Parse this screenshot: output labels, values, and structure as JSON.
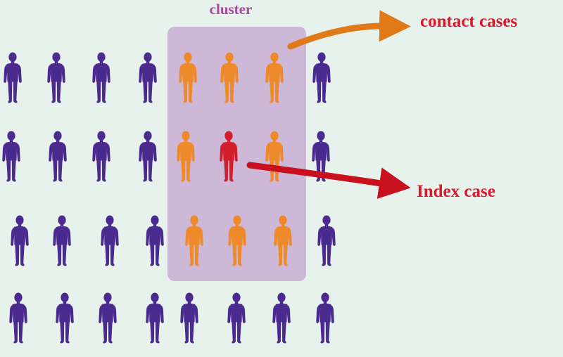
{
  "labels": {
    "cluster": "cluster",
    "contact_cases": "contact cases",
    "index_case": "Index case"
  },
  "colors": {
    "background": "#e8f2ec",
    "cluster_box": "#cdb8d8",
    "population": "#4b2a90",
    "contact": "#ee8a2a",
    "index": "#d21e2a",
    "cluster_label": "#a8479c",
    "annotation": "#e0162a",
    "arrow_orange": "#e07a18",
    "arrow_red": "#c8101e"
  },
  "icons": {
    "person": "person-figure-icon"
  },
  "figures": [
    {
      "role": "population"
    },
    {
      "role": "population"
    },
    {
      "role": "population"
    },
    {
      "role": "population"
    },
    {
      "role": "contact"
    },
    {
      "role": "contact"
    },
    {
      "role": "contact"
    },
    {
      "role": "population"
    },
    {
      "role": "population"
    },
    {
      "role": "population"
    },
    {
      "role": "population"
    },
    {
      "role": "population"
    },
    {
      "role": "contact"
    },
    {
      "role": "index"
    },
    {
      "role": "contact"
    },
    {
      "role": "population"
    },
    {
      "role": "population"
    },
    {
      "role": "population"
    },
    {
      "role": "population"
    },
    {
      "role": "population"
    },
    {
      "role": "contact"
    },
    {
      "role": "contact"
    },
    {
      "role": "contact"
    },
    {
      "role": "population"
    },
    {
      "role": "population"
    },
    {
      "role": "population"
    },
    {
      "role": "population"
    },
    {
      "role": "population"
    },
    {
      "role": "population"
    },
    {
      "role": "population"
    },
    {
      "role": "population"
    },
    {
      "role": "population"
    }
  ]
}
